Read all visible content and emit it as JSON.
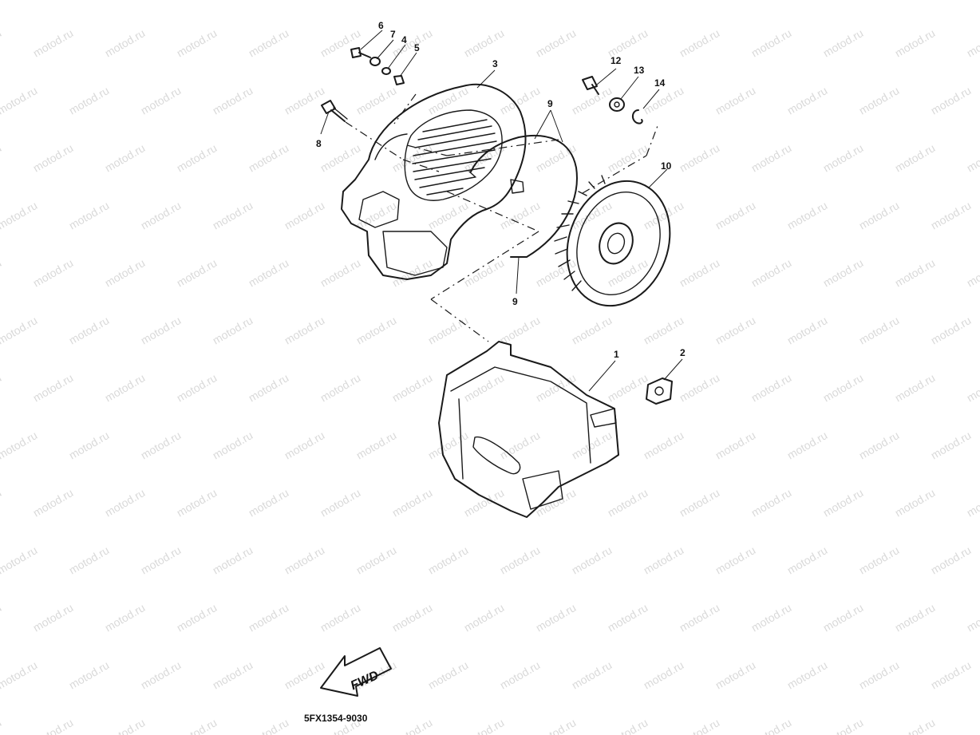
{
  "watermark": {
    "text": "motod.ru"
  },
  "parts": {
    "p1": "1",
    "p2": "2",
    "p3": "3",
    "p4": "4",
    "p5": "5",
    "p6": "6",
    "p7": "7",
    "p8": "8",
    "p9a": "9",
    "p9b": "9",
    "p10": "10",
    "p12": "12",
    "p13": "13",
    "p14": "14"
  },
  "arrow": {
    "label": "FWD"
  },
  "catalog_code": "5FX1354-9030",
  "colors": {
    "ink": "#1a1a1a",
    "watermark": "#d9d9d9",
    "background": "#ffffff"
  }
}
